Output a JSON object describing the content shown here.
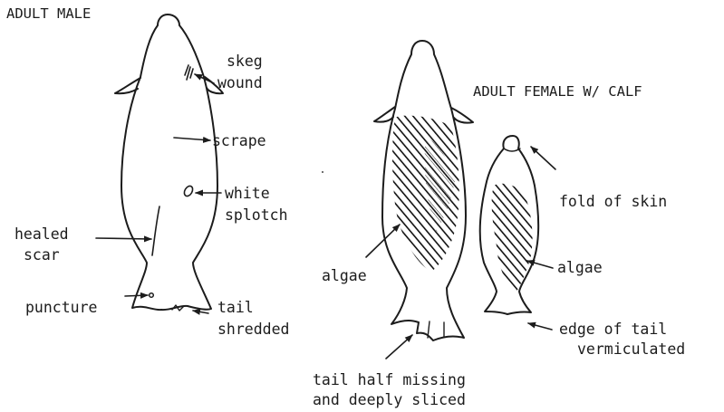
{
  "groups": {
    "male": {
      "title": "ADULT MALE",
      "labels": {
        "skeg": [
          "skeg",
          "wound"
        ],
        "scrape": "scrape",
        "white_splotch": [
          "white",
          "splotch"
        ],
        "healed_scar": [
          "healed",
          "scar"
        ],
        "puncture": "puncture",
        "tail_shredded": [
          "tail",
          "shredded"
        ]
      }
    },
    "female": {
      "title": "ADULT FEMALE W/ CALF",
      "labels": {
        "algae": "algae",
        "tail_missing": [
          "tail half missing",
          "and deeply sliced"
        ]
      }
    },
    "calf": {
      "labels": {
        "fold": "fold of skin",
        "algae": "algae",
        "edge_tail": [
          "edge of tail",
          "vermiculated"
        ]
      }
    }
  }
}
